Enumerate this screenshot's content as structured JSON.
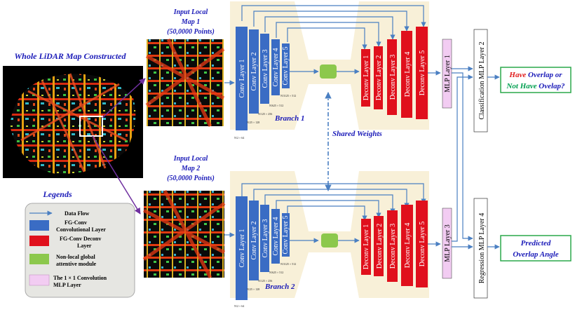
{
  "titles": {
    "whole_map": "Whole LiDAR Map Constructed",
    "input1": [
      "Input Local",
      "Map 1",
      "(50,0000 Points)"
    ],
    "input2": [
      "Input Local",
      "Map 2",
      "(50,0000 Points)"
    ],
    "legends": "Legends"
  },
  "branches": {
    "branch1": "Branch 1",
    "branch2": "Branch 2",
    "shared_weights": "Shared Weights"
  },
  "conv_layers": [
    "Conv Layer 1",
    "Conv Layer 2",
    "Conv Layer 3",
    "Conv Layer 4",
    "Conv Layer 5"
  ],
  "deconv_layers": [
    "Deconv Layer 1",
    "Deconv Layer 2",
    "Deconv Layer 3",
    "Deconv Layer 4",
    "Deconv Layer 5"
  ],
  "dims": [
    "N/2 × 64",
    "N/25 × 128",
    "N/125 × 256",
    "N/625 × 512",
    "N/3125 × 512"
  ],
  "mlp": {
    "layer1": "MLP Layer 1",
    "layer2": "MLP Layer 2",
    "layer3": "MLP Layer 3",
    "layer4": "MLP Layer 4",
    "classification": "Classification",
    "regression": "Regression"
  },
  "outputs": {
    "overlap_have": "Have",
    "overlap_rest1": "Overlap or",
    "overlap_not": "Not Have",
    "overlap_rest2": "Ovelap?",
    "angle_line1": "Predicted",
    "angle_line2": "Overlap Angle"
  },
  "legend_items": {
    "data_flow": "Data Flow",
    "conv": [
      "FG-Conv",
      "Convolutional Layer"
    ],
    "deconv": [
      "FG-Conv Deconv",
      "Layer"
    ],
    "nonlocal": [
      "Non-local global",
      "attentive module"
    ],
    "mlp": [
      "The 1 × 1 Convolution",
      "MLP Layer"
    ]
  },
  "colors": {
    "conv": "#3a6cc4",
    "deconv": "#e0101c",
    "nonlocal": "#8cc84c",
    "mlp": "#f2ccf2",
    "flow": "#4a7fc2",
    "title_blue": "#1a1ab8",
    "answer_red": "#e01b1b",
    "answer_green": "#00a050",
    "hourglass": "#f8f0d8",
    "legend_bg": "#e6e6e2"
  }
}
